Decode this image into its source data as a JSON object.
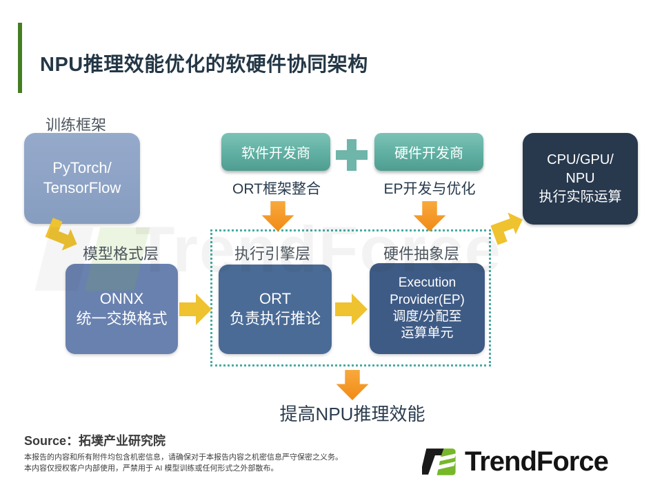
{
  "header": {
    "title": "NPU推理效能优化的软硬件协同架构"
  },
  "diagram": {
    "training_label": "训练框架",
    "training_box": "PyTorch/\nTensorFlow",
    "software_vendor_box": "软件开发商",
    "hardware_vendor_box": "硬件开发商",
    "ort_integration_label": "ORT框架整合",
    "ep_dev_label": "EP开发与优化",
    "cpu_box": "CPU/GPU/\nNPU\n执行实际运算",
    "model_format_label": "模型格式层",
    "onnx_box": "ONNX\n统一交换格式",
    "exec_engine_label": "执行引擎层",
    "ort_box": "ORT\n负责执行推论",
    "hw_abstraction_label": "硬件抽象层",
    "ep_box": "Execution\nProvider(EP)\n调度/分配至\n运算单元",
    "outcome_label": "提高NPU推理效能"
  },
  "watermark": {
    "text": "TrendForce"
  },
  "footer": {
    "source": "Source：拓墣产业研究院",
    "disclaimer_line1": "本报告的内容和所有附件均包含机密信息，请确保对于本报告内容之机密信息严守保密之义务。",
    "disclaimer_line2": "本内容仅授权客户内部使用，严禁用于 AI 模型训练或任何形式之外部散布。",
    "logo_text": "TrendForce"
  },
  "colors": {
    "accent_green": "#457E22",
    "title_navy": "#243746",
    "teal_box": "#5FAFA2",
    "plus_teal": "#6FB5A9",
    "slate_light_box": "#8CA2C5",
    "slate_mid_box": "#6981AF",
    "blue_mid_box": "#4A6B96",
    "blue_deep_box": "#3E5B85",
    "navy_box": "#28394E",
    "orange_arrow": "#F5941E",
    "gold_arrow": "#EFC22F",
    "dashed_border_teal": "#45ACA1",
    "logo_green": "#76B82A"
  }
}
